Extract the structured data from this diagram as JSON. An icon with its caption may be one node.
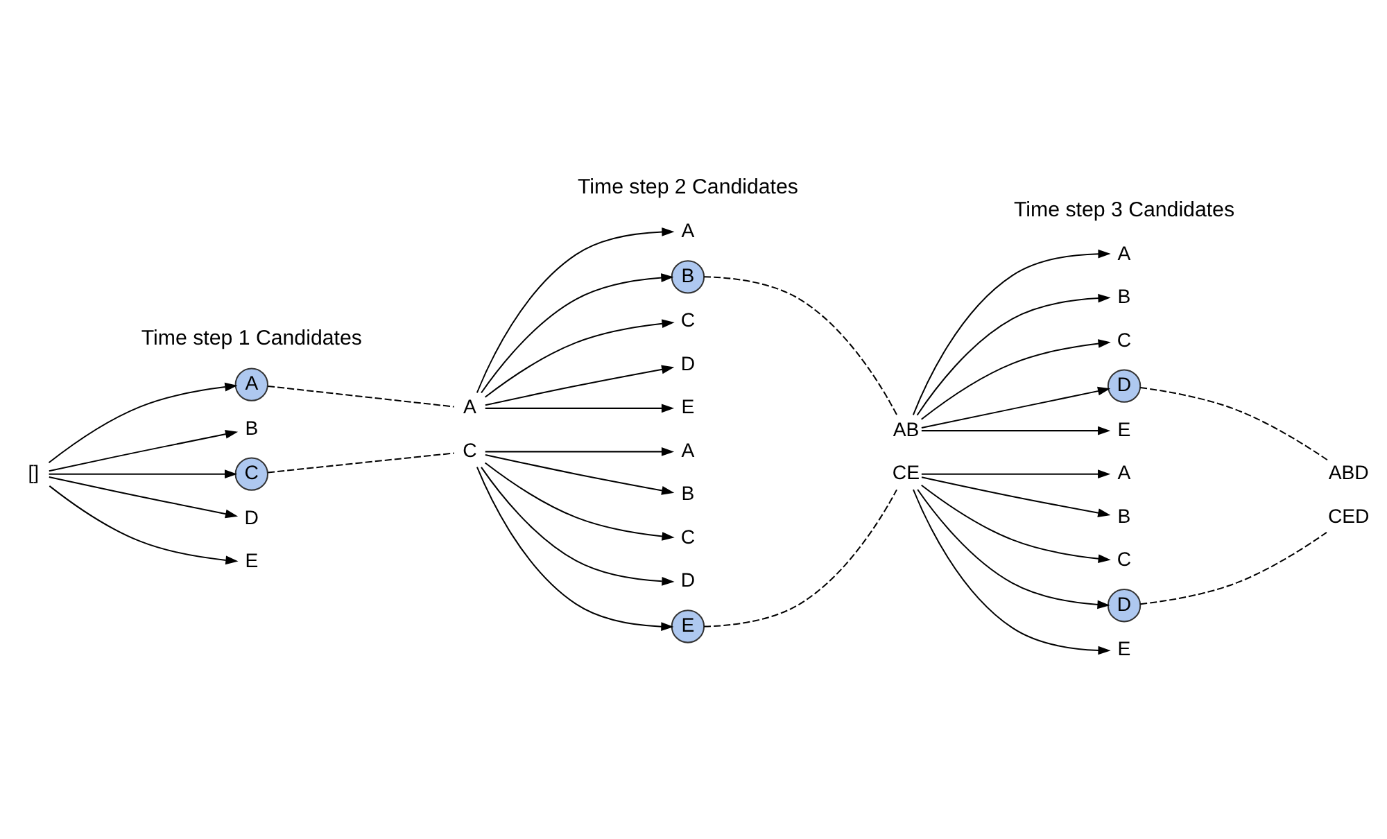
{
  "diagram": {
    "nodes": [
      {
        "text": [
          "[]"
        ]
      },
      {
        "text": [
          "A"
        ]
      },
      {
        "text": [
          "B"
        ]
      },
      {
        "text": [
          "C"
        ]
      },
      {
        "text": [
          "D"
        ]
      },
      {
        "text": [
          "E"
        ]
      },
      {
        "text": [
          "A"
        ]
      },
      {
        "text": [
          "A"
        ]
      },
      {
        "text": [
          "B"
        ]
      },
      {
        "text": [
          "C"
        ]
      },
      {
        "text": [
          "D"
        ]
      },
      {
        "text": [
          "E"
        ]
      },
      {
        "text": [
          "C"
        ]
      },
      {
        "text": [
          "A"
        ]
      },
      {
        "text": [
          "B"
        ]
      },
      {
        "text": [
          "C"
        ]
      },
      {
        "text": [
          "D"
        ]
      },
      {
        "text": [
          "E"
        ]
      },
      {
        "text": [
          "AB"
        ]
      },
      {
        "text": [
          "A"
        ]
      },
      {
        "text": [
          "B"
        ]
      },
      {
        "text": [
          "C"
        ]
      },
      {
        "text": [
          "D"
        ]
      },
      {
        "text": [
          "E"
        ]
      },
      {
        "text": [
          "CE"
        ]
      },
      {
        "text": [
          "A"
        ]
      },
      {
        "text": [
          "B"
        ]
      },
      {
        "text": [
          "C"
        ]
      },
      {
        "text": [
          "D"
        ]
      },
      {
        "text": [
          "E"
        ]
      },
      {
        "text": [
          "ABD"
        ]
      },
      {
        "text": [
          "CED"
        ]
      }
    ],
    "edges": [
      {
        "from": 0,
        "to": 1,
        "arrow": "to"
      },
      {
        "from": 0,
        "to": 2,
        "arrow": "to"
      },
      {
        "from": 0,
        "to": 3,
        "arrow": "to"
      },
      {
        "from": 0,
        "to": 4,
        "arrow": "to"
      },
      {
        "from": 0,
        "to": 5,
        "arrow": "to"
      },
      {
        "from": 1,
        "to": 6,
        "arrow": "none",
        "style": "dashed"
      },
      {
        "from": 3,
        "to": 12,
        "arrow": "none",
        "style": "dashed"
      },
      {
        "from": 6,
        "to": 7,
        "arrow": "to"
      },
      {
        "from": 6,
        "to": 8,
        "arrow": "to"
      },
      {
        "from": 6,
        "to": 9,
        "arrow": "to"
      },
      {
        "from": 6,
        "to": 10,
        "arrow": "to"
      },
      {
        "from": 6,
        "to": 11,
        "arrow": "to"
      },
      {
        "from": 12,
        "to": 13,
        "arrow": "to"
      },
      {
        "from": 12,
        "to": 14,
        "arrow": "to"
      },
      {
        "from": 12,
        "to": 15,
        "arrow": "to"
      },
      {
        "from": 12,
        "to": 16,
        "arrow": "to"
      },
      {
        "from": 12,
        "to": 17,
        "arrow": "to"
      },
      {
        "from": 8,
        "to": 18,
        "arrow": "none",
        "style": "dashed"
      },
      {
        "from": 17,
        "to": 24,
        "arrow": "none",
        "style": "dashed"
      },
      {
        "from": 18,
        "to": 19,
        "arrow": "to"
      },
      {
        "from": 18,
        "to": 20,
        "arrow": "to"
      },
      {
        "from": 18,
        "to": 21,
        "arrow": "to"
      },
      {
        "from": 18,
        "to": 22,
        "arrow": "to"
      },
      {
        "from": 18,
        "to": 23,
        "arrow": "to"
      },
      {
        "from": 24,
        "to": 25,
        "arrow": "to"
      },
      {
        "from": 24,
        "to": 26,
        "arrow": "to"
      },
      {
        "from": 24,
        "to": 27,
        "arrow": "to"
      },
      {
        "from": 24,
        "to": 28,
        "arrow": "to"
      },
      {
        "from": 24,
        "to": 29,
        "arrow": "to"
      },
      {
        "from": 22,
        "to": 30,
        "arrow": "none",
        "style": "dashed"
      },
      {
        "from": 28,
        "to": 31,
        "arrow": "none",
        "style": "dashed"
      }
    ],
    "labels": [
      "Time step 1 Candidates",
      "Time step 2 Candidates",
      "Time step 3 Candidates"
    ]
  }
}
